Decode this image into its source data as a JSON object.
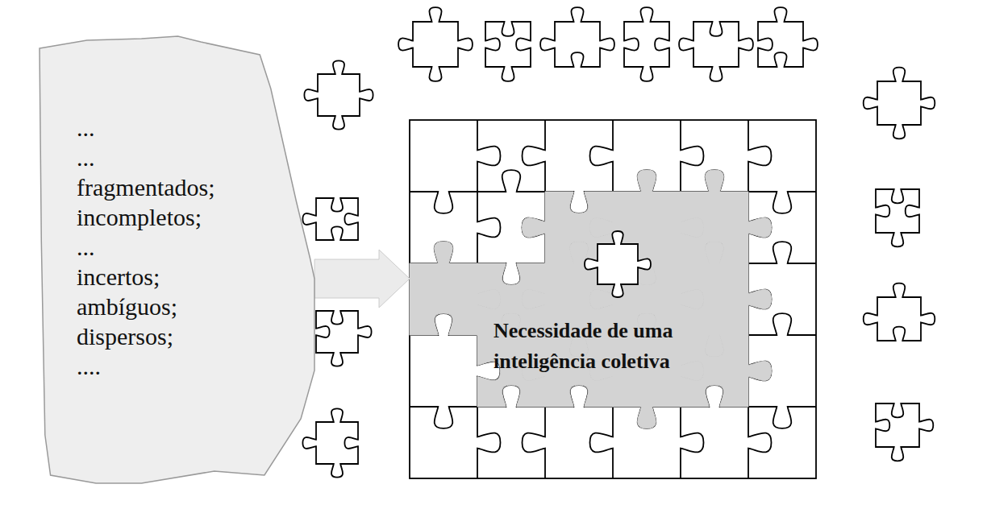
{
  "diagram": {
    "nodes": [
      {
        "text": [
          "...",
          "...",
          "fragmentados;",
          "incompletos;",
          "...",
          "incertos;",
          "ambíguos;",
          "dispersos;",
          "...."
        ]
      },
      {
        "text": [
          "Necessidade de uma inteligência coletiva"
        ]
      }
    ],
    "edges": [
      {
        "from": 0,
        "to": 1,
        "arrow": "to"
      }
    ]
  }
}
